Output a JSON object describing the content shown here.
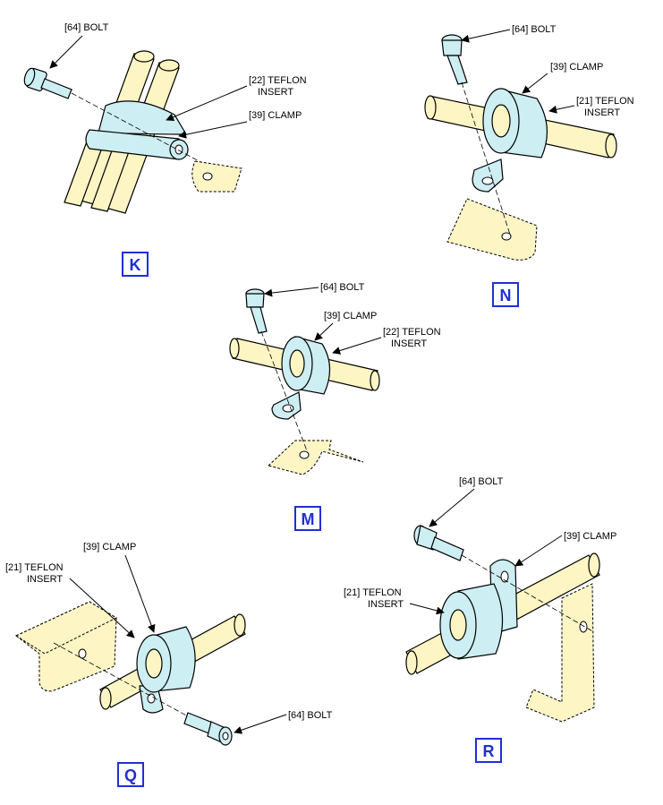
{
  "views": {
    "k": {
      "label": "K",
      "callouts": {
        "bolt": "[64] BOLT",
        "insert_1": "[22] TEFLON",
        "insert_2": "INSERT",
        "clamp": "[39] CLAMP"
      }
    },
    "n": {
      "label": "N",
      "callouts": {
        "bolt": "[64] BOLT",
        "clamp": "[39] CLAMP",
        "insert_1": "[21] TEFLON",
        "insert_2": "INSERT"
      }
    },
    "m": {
      "label": "M",
      "callouts": {
        "bolt": "[64] BOLT",
        "clamp": "[39] CLAMP",
        "insert_1": "[22] TEFLON",
        "insert_2": "INSERT"
      }
    },
    "q": {
      "label": "Q",
      "callouts": {
        "clamp": "[39] CLAMP",
        "insert_1": "[21] TEFLON",
        "insert_2": "INSERT",
        "bolt": "[64] BOLT"
      }
    },
    "r": {
      "label": "R",
      "callouts": {
        "bolt": "[64] BOLT",
        "clamp": "[39] CLAMP",
        "insert_1": "[21] TEFLON",
        "insert_2": "INSERT"
      }
    }
  },
  "colors": {
    "tube": "#fdf5c4",
    "clamp": "#cdeef2",
    "view_label": "#1f2fd6"
  }
}
